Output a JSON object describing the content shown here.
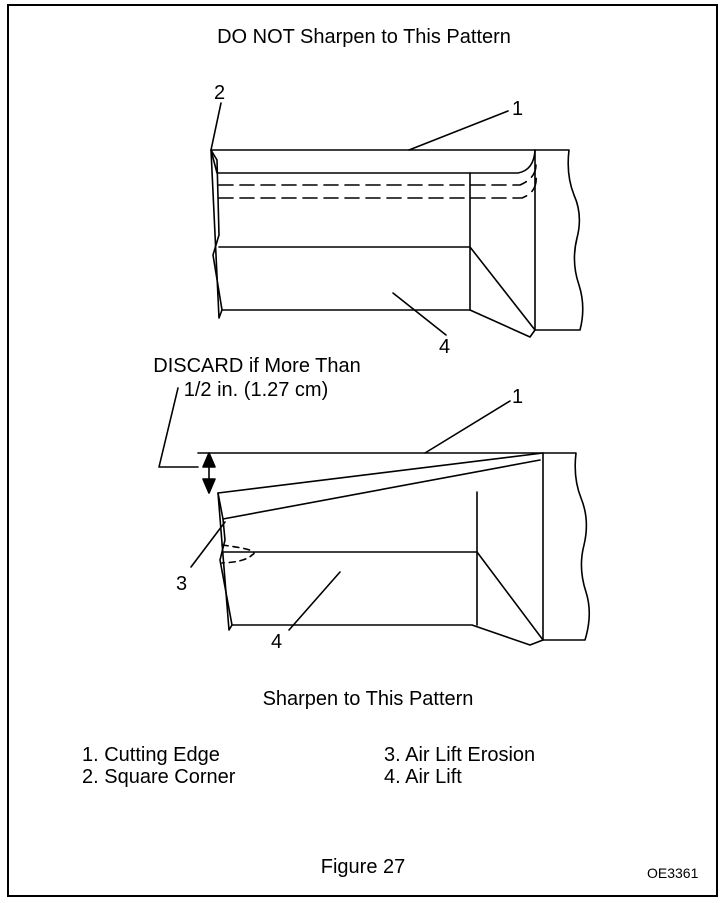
{
  "top_title": "DO NOT Sharpen to This Pattern",
  "callouts": {
    "top_1": "1",
    "top_2": "2",
    "top_4": "4",
    "bottom_1": "1",
    "bottom_3": "3",
    "bottom_4": "4"
  },
  "discard_note": {
    "line1": "DISCARD if More Than",
    "line2": "1/2 in. (1.27 cm)"
  },
  "bottom_title": "Sharpen to This Pattern",
  "legend": [
    {
      "label": "1. Cutting Edge"
    },
    {
      "label": "2. Square Corner"
    },
    {
      "label": "3. Air Lift Erosion"
    },
    {
      "label": "4. Air Lift"
    }
  ],
  "figure_caption": "Figure 27",
  "figure_code": "OE3361"
}
